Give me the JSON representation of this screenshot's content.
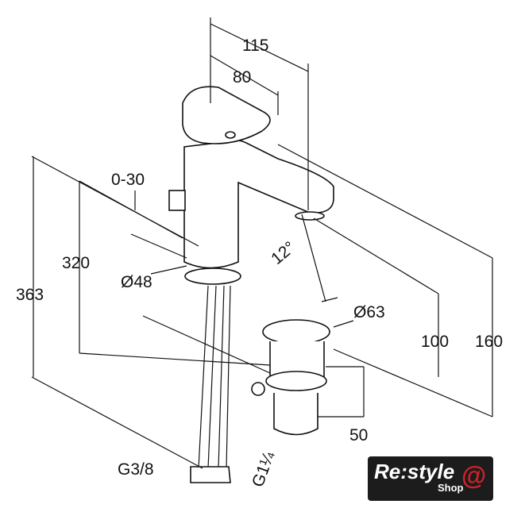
{
  "dimensions": {
    "width_total": "115",
    "width_spout": "80",
    "lever_range": "0-30",
    "height_320": "320",
    "height_363": "363",
    "diameter_body": "Ø48",
    "angle": "12°",
    "diameter_plate": "Ø63",
    "height_100": "100",
    "height_160": "160",
    "waste_depth": "50",
    "thread_supply": "G3/8",
    "thread_waste": "G1¼"
  },
  "logo": {
    "main": "Re:style",
    "sub": "Shop",
    "mark": "@"
  },
  "colors": {
    "line": "#111111",
    "logo_bg": "#1c1c1c",
    "logo_accent": "#d0202a"
  }
}
